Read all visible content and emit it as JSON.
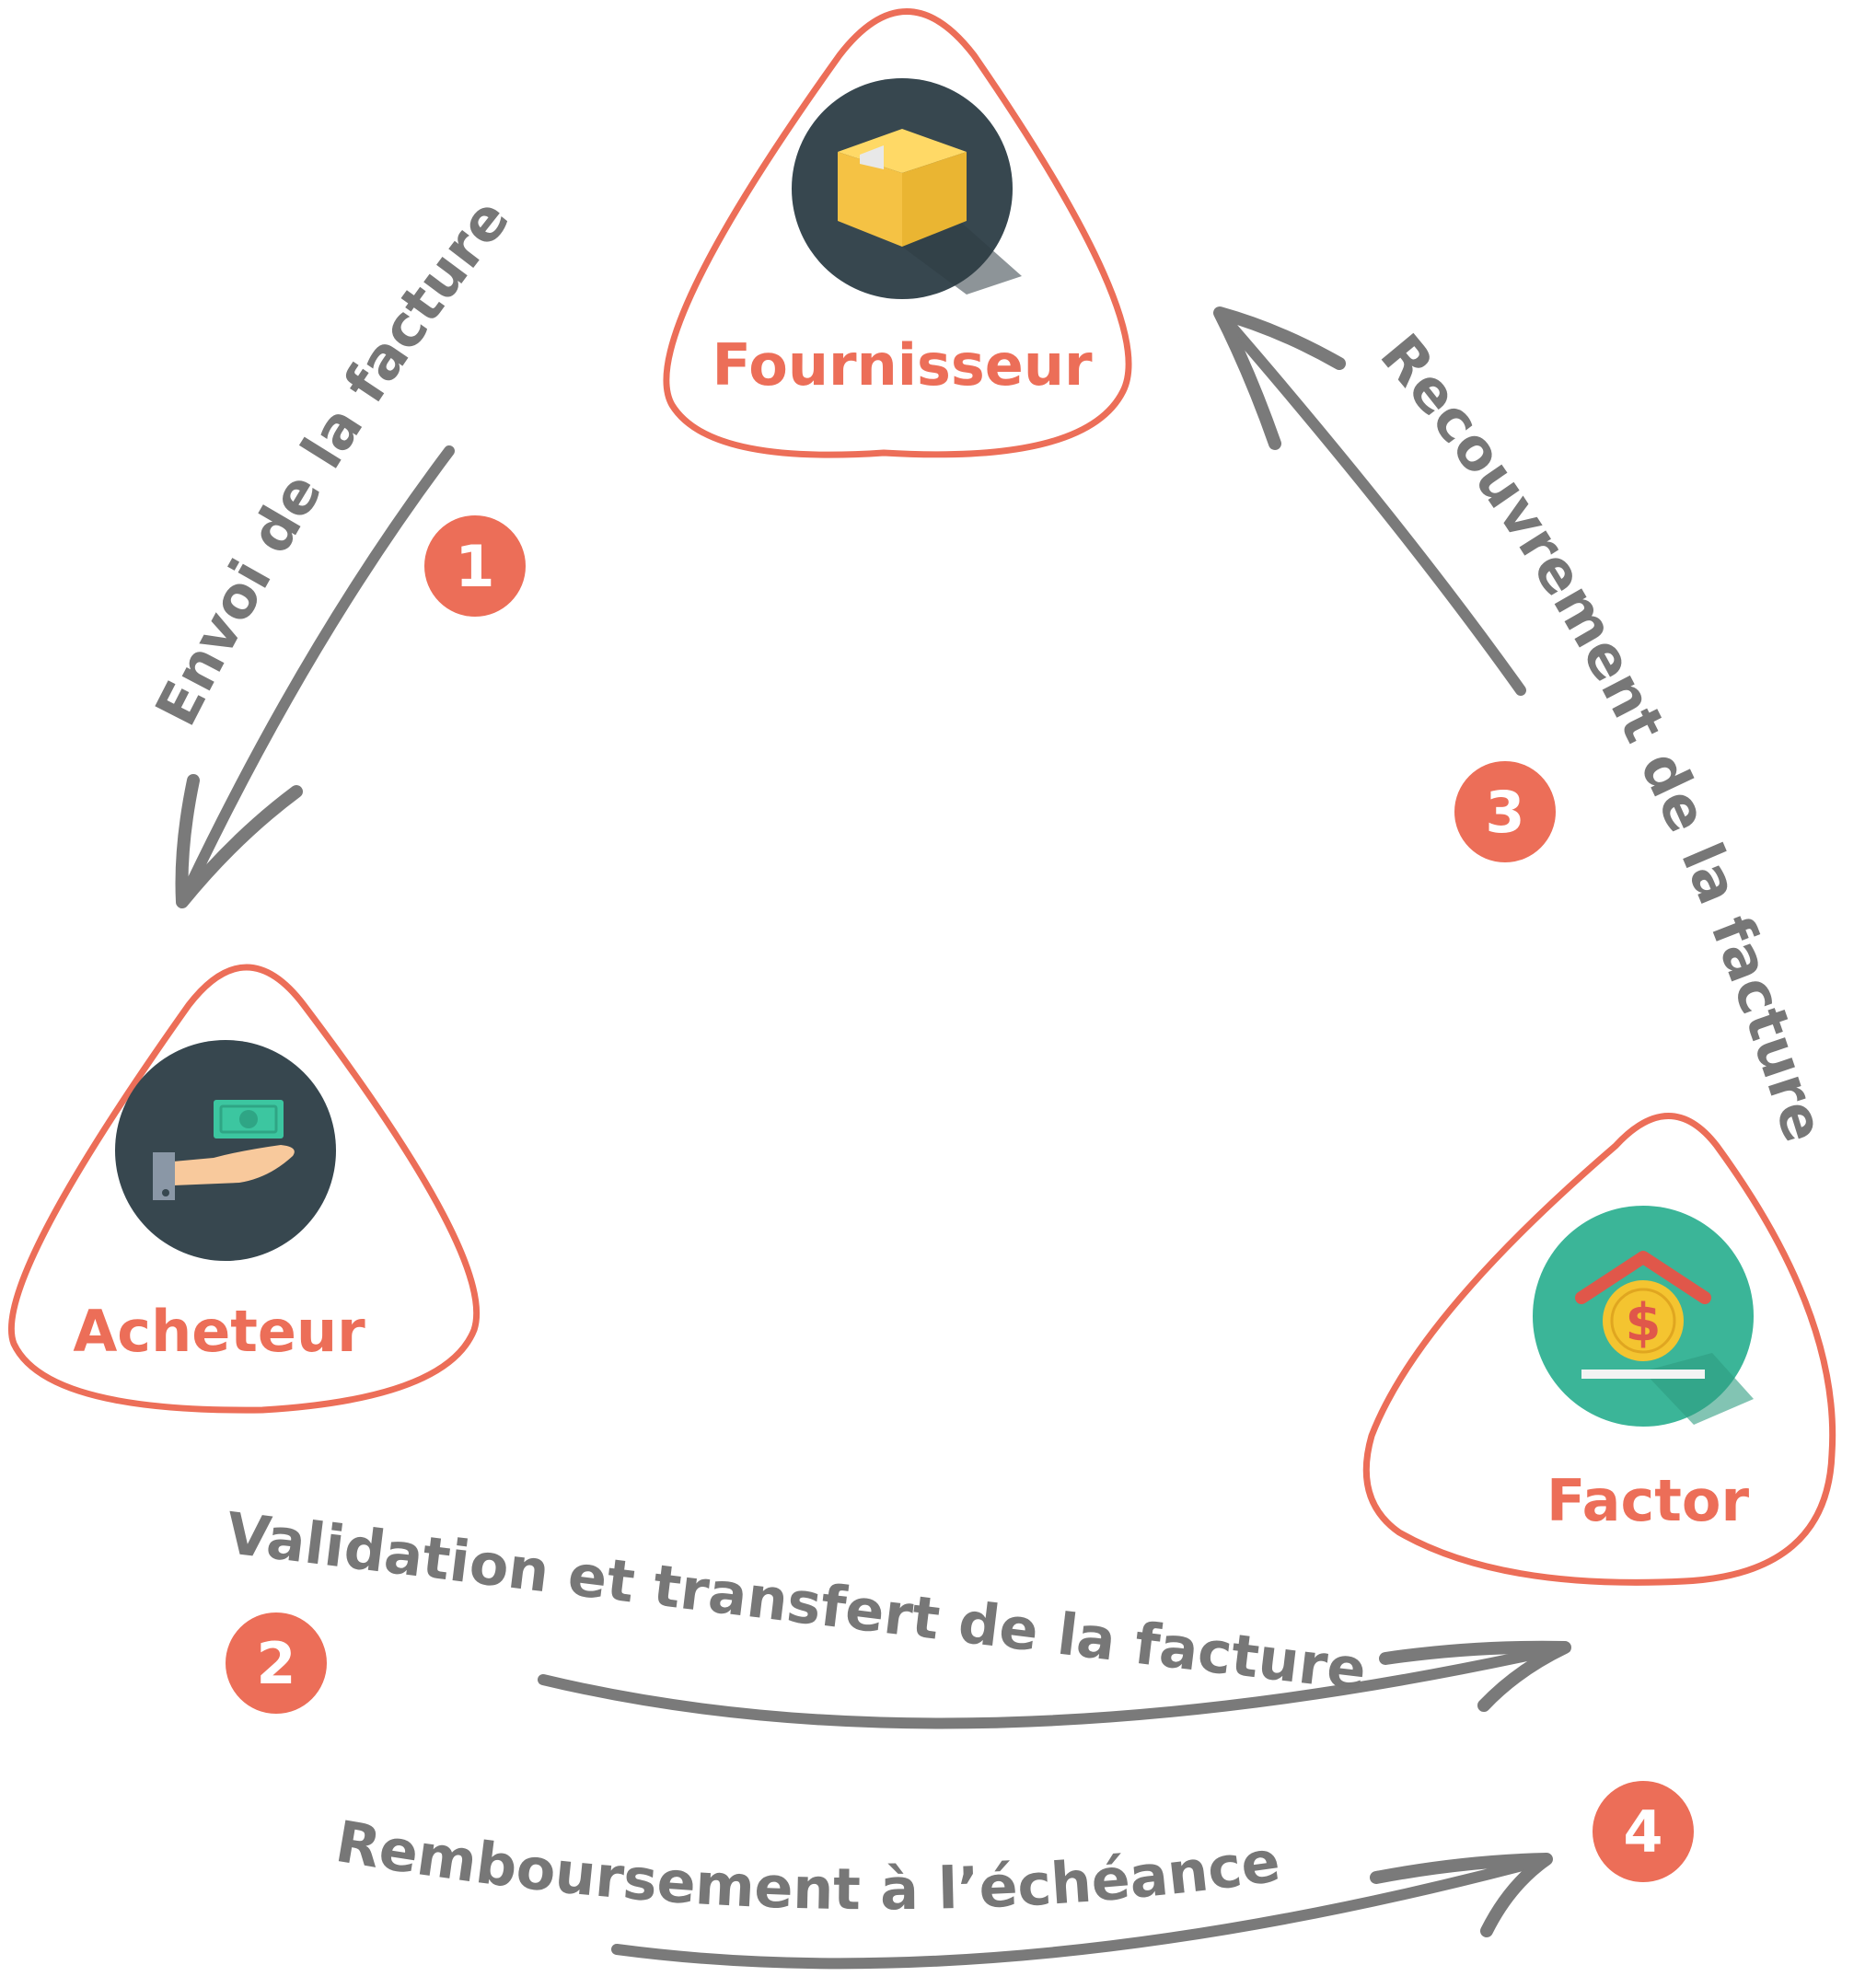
{
  "colors": {
    "accent": "#ec6e58",
    "arrow": "#7a7a7a",
    "label_gray": "#777777",
    "icon_dark": "#37474f",
    "icon_teal": "#3bb598",
    "box_yellow": "#f5c244",
    "coin_yellow": "#f4c430",
    "roof_red": "#e0574a",
    "money_green": "#3cc6a0",
    "sleeve_gray": "#8a97a6",
    "hand_skin": "#f8c99c"
  },
  "nodes": {
    "fournisseur": {
      "label": "Fournisseur",
      "icon": "package-box-icon"
    },
    "acheteur": {
      "label": "Acheteur",
      "icon": "hand-money-icon"
    },
    "factor": {
      "label": "Factor",
      "icon": "bank-coin-icon"
    }
  },
  "flows": [
    {
      "step": "1",
      "label": "Envoi de la facture"
    },
    {
      "step": "2",
      "label": "Validation et transfert de la facture"
    },
    {
      "step": "3",
      "label": "Recouvrement de la facture"
    },
    {
      "step": "4",
      "label": "Remboursement à l’échéance"
    }
  ]
}
